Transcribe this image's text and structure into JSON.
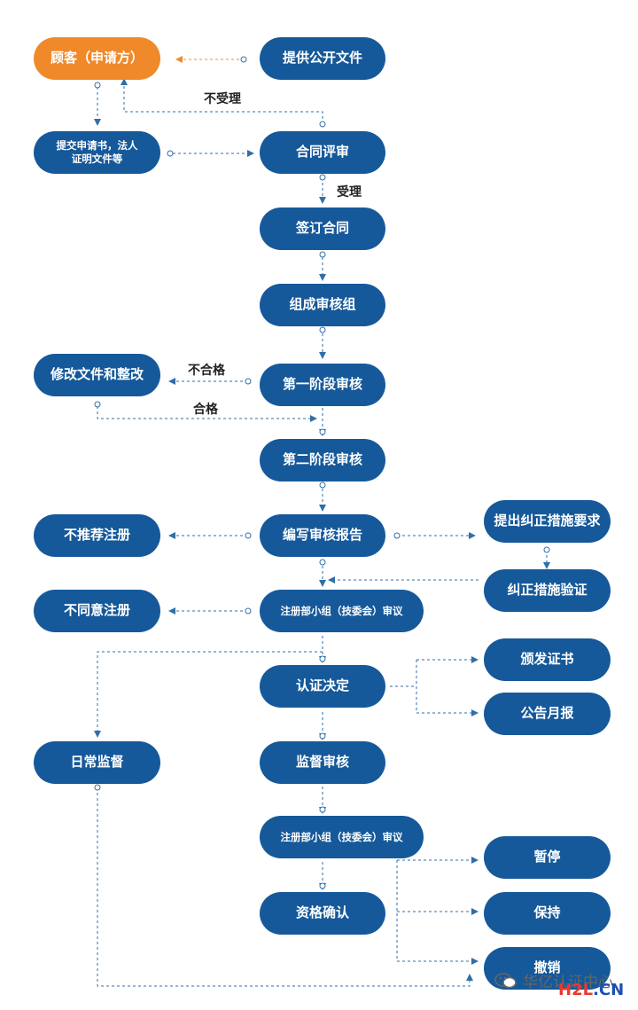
{
  "nodes": {
    "customer": "顾客（申请方）",
    "provide_docs": "提供公开文件",
    "submit_app": "提交申请书，法人\n证明文件等",
    "contract_review": "合同评审",
    "sign_contract": "签订合同",
    "form_team": "组成审核组",
    "modify_docs": "修改文件和整改",
    "stage1": "第一阶段审核",
    "stage2": "第二阶段审核",
    "not_recommend": "不推荐注册",
    "write_report": "编写审核报告",
    "corrective_req": "提出纠正措施要求",
    "corrective_verify": "纠正措施验证",
    "disagree_reg": "不同意注册",
    "committee1": "注册部小组（技委会）审议",
    "cert_decision": "认证决定",
    "issue_cert": "颁发证书",
    "monthly_report": "公告月报",
    "daily_supervision": "日常监督",
    "supervision_audit": "监督审核",
    "committee2": "注册部小组（技委会）审议",
    "qualification": "资格确认",
    "suspend": "暂停",
    "maintain": "保持",
    "revoke": "撤销"
  },
  "edge_labels": {
    "not_accepted": "不受理",
    "accepted": "受理",
    "fail": "不合格",
    "pass": "合格"
  },
  "watermark": {
    "text": "华亿认证中心",
    "logo_part1": "H2L",
    "logo_part2": ".CN"
  },
  "colors": {
    "node_fill": "#16599a",
    "customer_fill": "#f0892a",
    "connector": "#2f6fa8",
    "customer_arrow": "#f0892a"
  }
}
